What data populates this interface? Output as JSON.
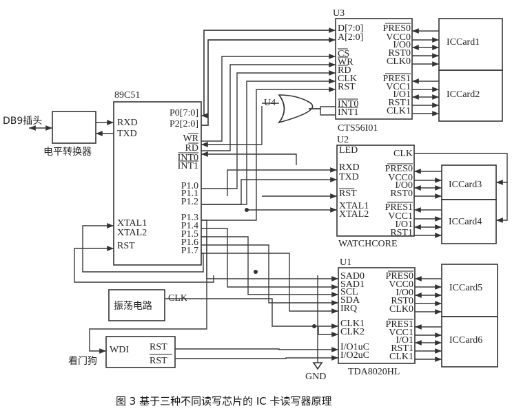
{
  "caption": "图 3   基于三种不同读写芯片的 IC 卡读写器原理",
  "mcu": {
    "name": "89C51",
    "left_pins": [
      "RXD",
      "TXD",
      "XTAL1",
      "XTAL2",
      "RST"
    ],
    "right_pins": [
      "P0[7:0]",
      "P2[2:0]",
      "WR",
      "RD",
      "INT0",
      "INT1",
      "P1.0",
      "P1.1",
      "P1.2",
      "P1.3",
      "P1.4",
      "P1.5",
      "P1.6",
      "P1.7"
    ]
  },
  "db9_label": "DB9插头",
  "level_shifter_label": "电平转换器",
  "oscillator": {
    "label": "振荡电路",
    "out": "CLK"
  },
  "watchdog": {
    "label": "看门狗",
    "in": "WDI",
    "out1": "RST",
    "out2": "RST"
  },
  "gate": {
    "name": "U4"
  },
  "gnd_label": "GND",
  "u3": {
    "ref": "U3",
    "part": "CTS56I01",
    "left_pins": [
      "D[7:0]",
      "A[2:0]",
      "CS",
      "WR",
      "RD",
      "CLK",
      "RST",
      "INT0",
      "INT1"
    ],
    "right_pins": [
      "PRES0",
      "VCC0",
      "I/O0",
      "RST0",
      "CLK0",
      "PRES1",
      "VCC1",
      "I/O1",
      "RST1",
      "CLK1"
    ],
    "cards": [
      "ICCard1",
      "ICCard2"
    ]
  },
  "u2": {
    "ref": "U2",
    "part": "WATCHCORE",
    "left_pins": [
      "LED",
      "RXD",
      "TXD",
      "RST",
      "XTAL1",
      "XTAL2"
    ],
    "right_pins": [
      "CLK",
      "PRES0",
      "VCC0",
      "I/O0",
      "RST0",
      "PRES1",
      "VCC1",
      "I/O1",
      "RST1"
    ],
    "cards": [
      "ICCard3",
      "ICCard4"
    ]
  },
  "u1": {
    "ref": "U1",
    "part": "TDA8020HL",
    "left_pins": [
      "SAD0",
      "SAD1",
      "SCL",
      "SDA",
      "IRQ",
      "CLK1",
      "CLK2",
      "I/O1uC",
      "I/O2uC"
    ],
    "right_pins": [
      "PRES0",
      "VCC0",
      "I/O0",
      "RST0",
      "CLK0",
      "PRES1",
      "VCC1",
      "I/O1",
      "RST1",
      "CLK1"
    ],
    "cards": [
      "ICCard5",
      "ICCard6"
    ]
  }
}
